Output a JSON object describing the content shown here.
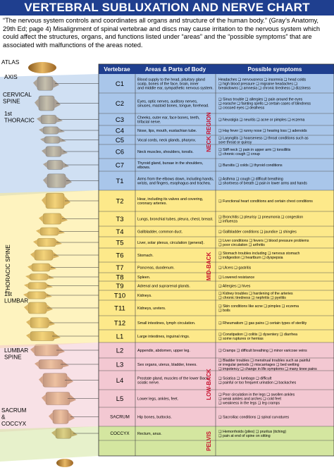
{
  "title": "VERTEBRAL SUBLUXATION AND NERVE CHART",
  "intro": "“The nervous system controls and coordinates all organs and structure of the human body.” (Gray’s Anatomy, 29th Ed; page 4) Misalignment of spinal vertebrae and discs may cause irritation to the nervous system which could affect the structures, organs, and functions listed under “areas” and the “possible symptoms” that are associated with malfunctions of the areas noted.",
  "headers": {
    "vertebrae": "Vertebrae",
    "areas": "Areas & Parts of Body",
    "symptoms": "Possible symptoms"
  },
  "side_labels": [
    "ATLAS",
    "AXIS",
    "CERVICAL\nSPINE",
    "1st\nTHORACIC",
    "THORACIC SPINE",
    "1st\nLUMBAR",
    "LUMBAR\nSPINE",
    "SACRUM\n&\nCOCCYX"
  ],
  "regions": [
    "NECK REGION",
    "MID-BACK",
    "LOW-BACK",
    "PELVIS"
  ],
  "colors": {
    "cervical": "#a9c6ea",
    "thoracic": "#fde98a",
    "lumbar": "#f3c8d2",
    "sacrum": "#d4e6a0",
    "header": "#1f3f8f",
    "region_text": "#c8102e"
  },
  "rows": [
    {
      "v": "C1",
      "region": "cervical",
      "area": [
        "Blood supply to the head, pituitary gland",
        "scalp, bones of the face, brain, inner",
        "and middle ear, sympathetic nervous system."
      ],
      "sym": [
        "Headaches ❑ nervousness ❑ insomnia ❑ head colds",
        "❑ high blood pressure ❑ migraine headaches ❑",
        "breakdowns ❑ amnesia ❑ chronic tiredness ❑ dizziness"
      ]
    },
    {
      "v": "C2",
      "region": "cervical",
      "area": [
        "Eyes, optic nerves, auditory nerves,",
        "sinuses, mastoid bones, tongue, forehead."
      ],
      "sym": [
        "❑ Sinus trouble ❑ allergies ❑ pain around the eyes",
        "❑ earache ❑ fainting spells ❑ certain cases of blindness",
        "❑ crossed eyes ❑ deafness"
      ]
    },
    {
      "v": "C3",
      "region": "cervical",
      "area": [
        "Cheeks, outer ear, face bones, teeth,",
        "trifacial nerve."
      ],
      "sym": [
        "❑ Neuralgia ❑ neuritis ❑ acne or pimples ❑ eczema"
      ]
    },
    {
      "v": "C4",
      "region": "cervical",
      "area": [
        "Nose, lips, mouth, eustachian tube."
      ],
      "sym": [
        "❑ Hay fever ❑ runny nose ❑ hearing loss ❑ adenoids"
      ]
    },
    {
      "v": "C5",
      "region": "cervical",
      "area": [
        "Vocal cords, neck glands, pharynx."
      ],
      "sym": [
        "❑ Laryngitis ❑ hoarseness ❑ throat conditions such as",
        "sore throat or quinsy"
      ]
    },
    {
      "v": "C6",
      "region": "cervical",
      "area": [
        "Neck muscles, shoulders, tonsils."
      ],
      "sym": [
        "❑ Stiff neck ❑ pain in upper arm ❑ tonsillitis",
        "❑ chronic cough ❑ croup"
      ]
    },
    {
      "v": "C7",
      "region": "cervical",
      "area": [
        "Thyroid gland, bursae in the shoulders,",
        "elbows."
      ],
      "sym": [
        "❑ Bursitis ❑ colds ❑ thyroid conditions"
      ]
    },
    {
      "v": "T1",
      "region": "thoracic",
      "area": [
        "Arms from the elbows down, including hands,",
        "wrists, and fingers, esophagus and trachea."
      ],
      "sym": [
        "❑ Asthma ❑ cough ❑ difficult breathing",
        "❑ shortness of breath ❑ pain in lower arms and hands"
      ]
    },
    {
      "v": "T2",
      "region": "thoracic",
      "area": [
        "Hear, including its valves and covering,",
        "coronary arteries."
      ],
      "sym": [
        "❑ Functional heart conditions and certain chest conditions"
      ]
    },
    {
      "v": "T3",
      "region": "thoracic",
      "area": [
        "Lungs, bronchial tubes, pleura, chest, breast."
      ],
      "sym": [
        "❑ Bronchitis ❑ pleurisy ❑ pneumonia ❑ congestion",
        "❑ influenza"
      ]
    },
    {
      "v": "T4",
      "region": "thoracic",
      "area": [
        "Gallbladder, common duct."
      ],
      "sym": [
        "❑ Gallbladder conditions ❑ jaundice ❑ shingles"
      ]
    },
    {
      "v": "T5",
      "region": "thoracic",
      "area": [
        "Liver, solar plexus, circulation (general)."
      ],
      "sym": [
        "❑ Liver conditions ❑ fevers ❑ blood pressure problems",
        "❑ poor circulation ❑ arthritis"
      ]
    },
    {
      "v": "T6",
      "region": "thoracic",
      "area": [
        "Stomach."
      ],
      "sym": [
        "❑ Stomach troubles including ❑ nervous stomach",
        "❑ indigestion ❑ heartburn ❑ dyspepsia"
      ]
    },
    {
      "v": "T7",
      "region": "thoracic",
      "area": [
        "Pancreas, duodenum."
      ],
      "sym": [
        "❑ Ulcers ❑ gastritis"
      ]
    },
    {
      "v": "T8",
      "region": "thoracic",
      "area": [
        "Spleen."
      ],
      "sym": [
        "❑ Lowered resistance"
      ]
    },
    {
      "v": "T9",
      "region": "thoracic",
      "area": [
        "Adrenal and suprarenal glands."
      ],
      "sym": [
        "❑ Allergies ❑ hives"
      ]
    },
    {
      "v": "T10",
      "region": "thoracic",
      "area": [
        "Kidneys."
      ],
      "sym": [
        "❑ Kidney troubles ❑ hardening of the arteries",
        "❑ chronic tiredness ❑ nephritis ❑ pyelitis"
      ]
    },
    {
      "v": "T11",
      "region": "thoracic",
      "area": [
        "Kidneys, ureters."
      ],
      "sym": [
        "❑ Skin conditions like acne ❑ pimples ❑ eczema",
        "❑ boils"
      ]
    },
    {
      "v": "T12",
      "region": "thoracic",
      "area": [
        "Small intestines, lymph circulation."
      ],
      "sym": [
        "❑ Rheumatism ❑ gas pains ❑ certain types of sterility"
      ]
    },
    {
      "v": "L1",
      "region": "lumbar",
      "area": [
        "Large intestines, inguinal rings."
      ],
      "sym": [
        "❑ Constipation ❑ colitis ❑ dysentery ❑ diarrhea",
        "❑ some ruptures or hernias"
      ]
    },
    {
      "v": "L2",
      "region": "lumbar",
      "area": [
        "Appendix, abdomen, upper leg."
      ],
      "sym": [
        "❑ Cramps ❑ difficult breathing ❑ minor varicose veins"
      ]
    },
    {
      "v": "L3",
      "region": "lumbar",
      "area": [
        "Sex organs, uterus, bladder, knees."
      ],
      "sym": [
        "❑ Bladder troubles ❑ menstrual troubles such as painful",
        "or irregular periods ❑ miscarriages ❑ bed wetting",
        "❑ impotency ❑ change in life symptoms ❑ many knee pains"
      ]
    },
    {
      "v": "L4",
      "region": "lumbar",
      "area": [
        "Prostate gland, muscles of the lower Back,",
        "sciatic nerve."
      ],
      "sym": [
        "❑ Sciatica ❑ lumbago ❑ difficult",
        "❑ painful or too frequent urination ❑ backaches"
      ]
    },
    {
      "v": "L5",
      "region": "lumbar",
      "area": [
        "Lower legs, ankles, feet."
      ],
      "sym": [
        "❑ Poor circulation in the legs ❑ swollen ankles",
        "❑ weak ankles and arches ❑ cold feet",
        "❑ weakness in the legs ❑ leg cramps"
      ]
    },
    {
      "v": "SACRUM",
      "region": "sacrum",
      "area": [
        "Hip bones, buttocks."
      ],
      "sym": [
        "❑ Sacroiliac conditions ❑ spinal curvatures"
      ]
    },
    {
      "v": "COCCYX",
      "region": "sacrum",
      "area": [
        "Rectum, anus."
      ],
      "sym": [
        "❑ Hemorrhoids (piles) ❑ pruritus (itching)",
        "❑ pain at end of spine on sitting"
      ]
    }
  ]
}
